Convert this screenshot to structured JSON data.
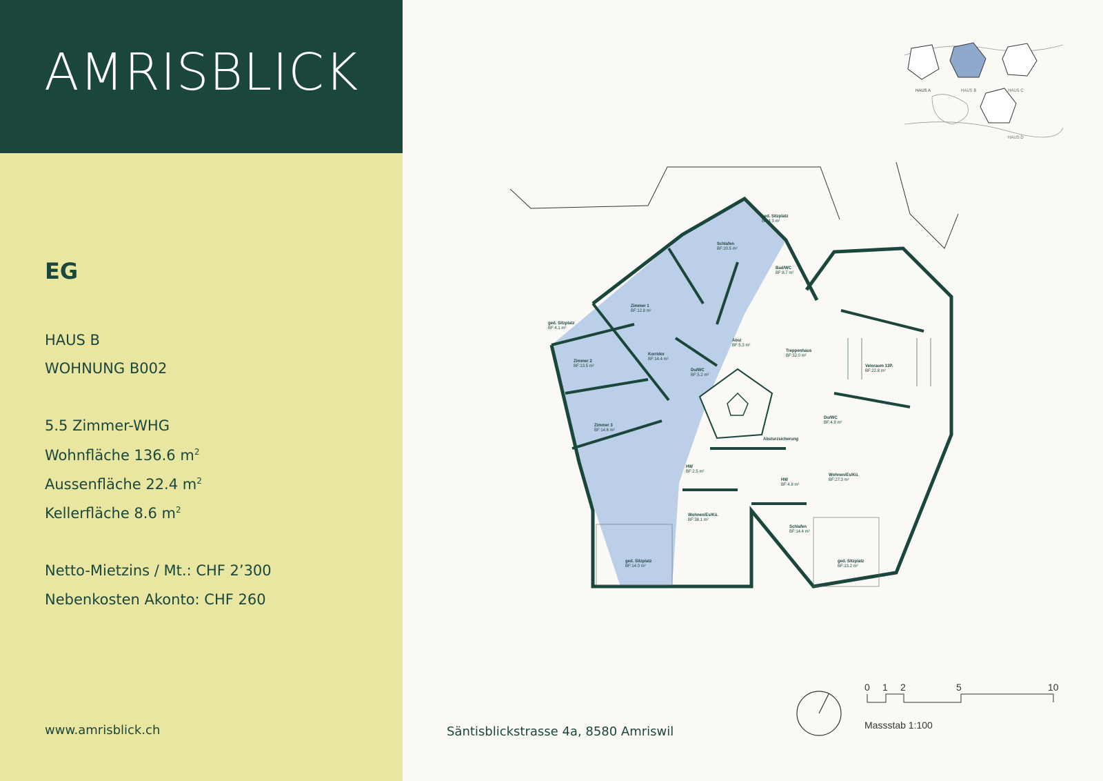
{
  "brand": {
    "name": "AMRISBLICK"
  },
  "unit": {
    "floor": "EG",
    "house": "HAUS B",
    "apartment": "WOHNUNG B002",
    "rooms": "5.5 Zimmer-WHG",
    "living_area_label": "Wohnfläche 136.6 m",
    "outdoor_area_label": "Aussenfläche 22.4 m",
    "cellar_area_label": "Kellerfläche 8.6 m",
    "area_unit_sup": "2",
    "rent": "Netto-Mietzins / Mt.: CHF 2’300",
    "extra_costs": "Nebenkosten Akonto: CHF 260"
  },
  "footer": {
    "website": "www.amrisblick.ch",
    "address": "Säntisblickstrasse 4a, 8580 Amriswil"
  },
  "keymap": {
    "labels": [
      "HAUS A",
      "HAUS B",
      "HAUS C",
      "HAUS D"
    ]
  },
  "scale": {
    "ticks": [
      "0",
      "1",
      "2",
      "5",
      "10"
    ],
    "label": "Massstab 1:100"
  },
  "rooms": [
    {
      "name": "Schlafen",
      "area": "BF:20.5 m²"
    },
    {
      "name": "ged. Sitzplatz",
      "area": "BF:4.3 m²"
    },
    {
      "name": "Bad/WC",
      "area": "BF:8.7 m²"
    },
    {
      "name": "Zimmer 1",
      "area": "BF:12.8 m²"
    },
    {
      "name": "ged. Sitzplatz",
      "area": "BF:4.1 m²"
    },
    {
      "name": "Korridor",
      "area": "BF:14.4 m²"
    },
    {
      "name": "Abst",
      "area": "BF:5.3 m²"
    },
    {
      "name": "Zimmer 2",
      "area": "BF:13.5 m²"
    },
    {
      "name": "Du/WC",
      "area": "BF:5.2 m²"
    },
    {
      "name": "Zimmer 3",
      "area": "BF:14.6 m²"
    },
    {
      "name": "HW",
      "area": "BF:2.5 m²"
    },
    {
      "name": "Wohnen/Es/Kü.",
      "area": "BF:38.1 m²"
    },
    {
      "name": "ged. Sitzplatz",
      "area": "BF:14.0 m²"
    },
    {
      "name": "Treppenhaus",
      "area": "BF:32.0 m²"
    },
    {
      "name": "Veloraum 13P.",
      "area": "BF:22.8 m²"
    },
    {
      "name": "Du/WC",
      "area": "BF:4.9 m²"
    },
    {
      "name": "HW",
      "area": "BF:4.8 m²"
    },
    {
      "name": "Wohnen/Es/Kü.",
      "area": "BF:27.3 m²"
    },
    {
      "name": "Schlafen",
      "area": "BF:14.4 m²"
    },
    {
      "name": "ged. Sitzplatz",
      "area": "BF:13.2 m²"
    },
    {
      "name": "Absturzsicherung",
      "area": ""
    }
  ],
  "colors": {
    "dark_green": "#1b463c",
    "light_green": "#e8e6a0",
    "page": "#faf9f6",
    "unit_fill": "#bccfe8"
  }
}
